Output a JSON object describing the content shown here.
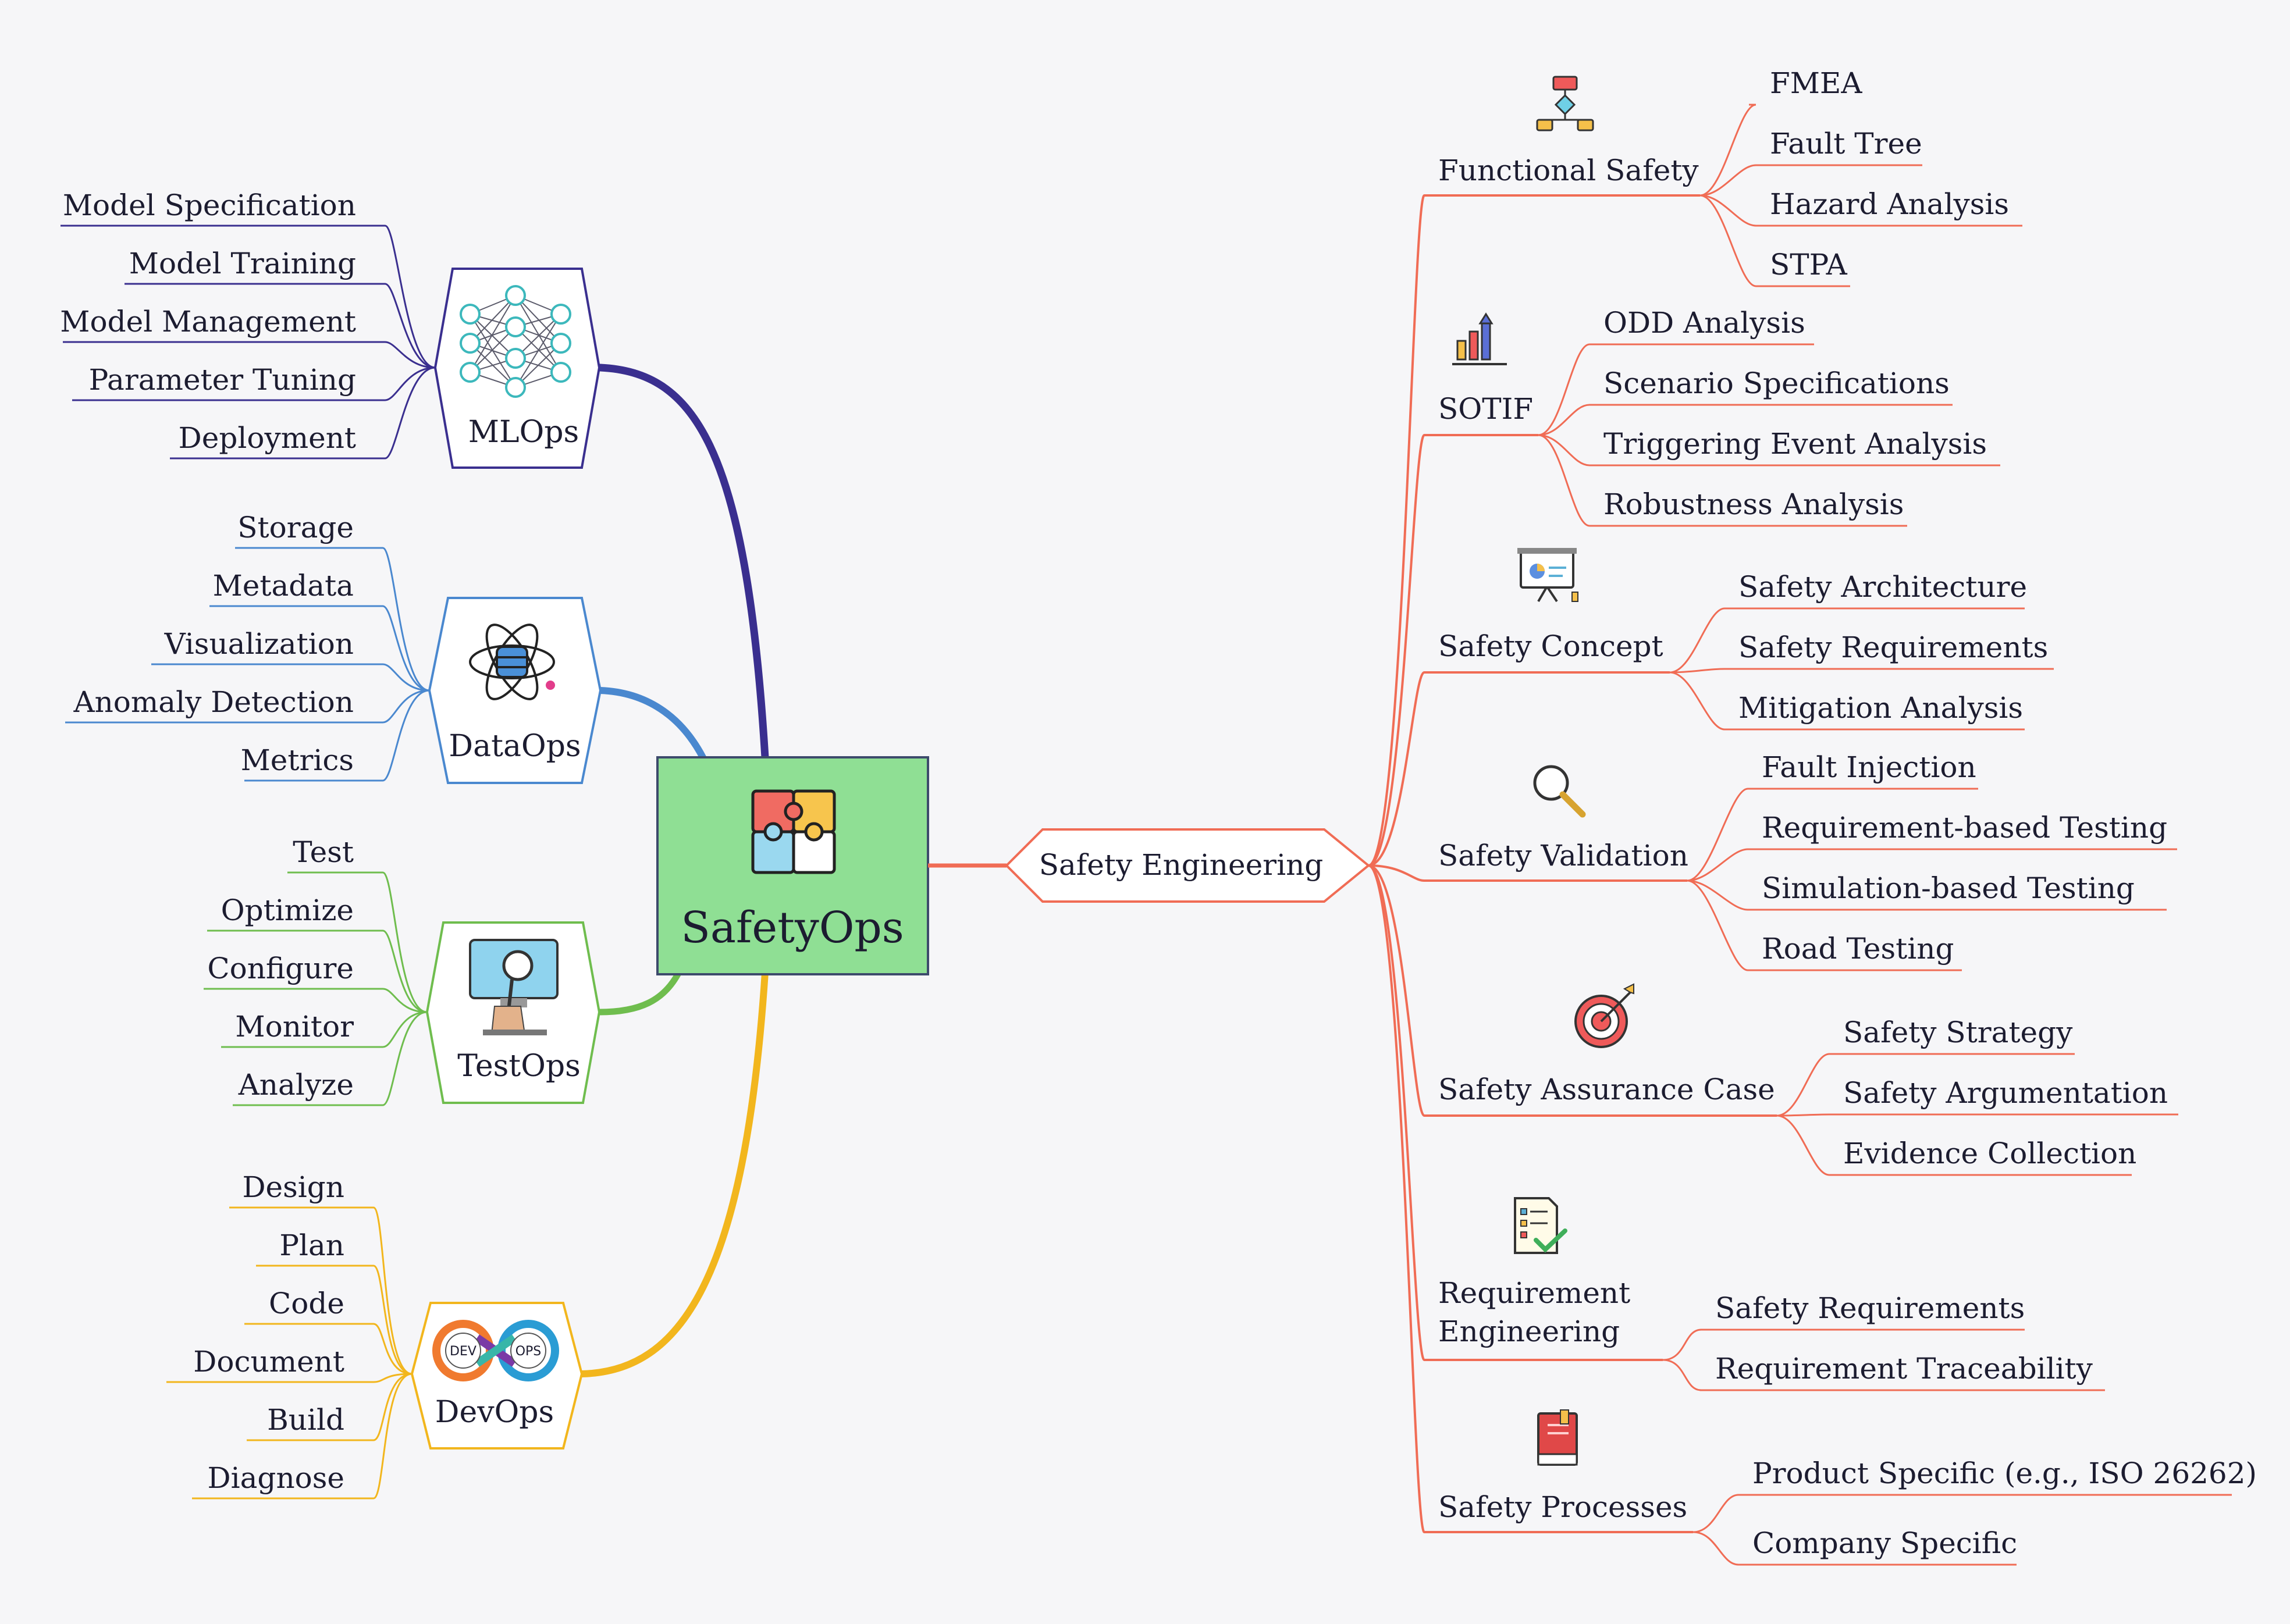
{
  "central_topic": {
    "label": "SafetyOps",
    "icon": "puzzle-icon"
  },
  "colors": {
    "background": "#f6f6f8",
    "center_fill": "#8fdf94",
    "mlops": "#3a2f8f",
    "dataops": "#4a88cf",
    "testops": "#6fbd4e",
    "devops": "#f2b61d",
    "safety": "#f06c55"
  },
  "left_branches": [
    {
      "label": "MLOps",
      "icon": "neural-network-icon",
      "items": [
        "Model Specification",
        "Model Training",
        "Model Management",
        "Parameter Tuning",
        "Deployment"
      ]
    },
    {
      "label": "DataOps",
      "icon": "atom-database-icon",
      "items": [
        "Storage",
        "Metadata",
        "Visualization",
        "Anomaly Detection",
        "Metrics"
      ]
    },
    {
      "label": "TestOps",
      "icon": "monitor-magnifier-icon",
      "items": [
        "Test",
        "Optimize",
        "Configure",
        "Monitor",
        "Analyze"
      ]
    },
    {
      "label": "DevOps",
      "icon": "devops-infinity-icon",
      "items": [
        "Design",
        "Plan",
        "Code",
        "Document",
        "Build",
        "Diagnose"
      ],
      "logo_text": {
        "dev": "DEV",
        "ops": "OPS"
      }
    }
  ],
  "right_branch": {
    "label": "Safety Engineering",
    "topics": [
      {
        "label": "Functional Safety",
        "icon": "flowchart-icon",
        "items": [
          "FMEA",
          "Fault Tree",
          "Hazard Analysis",
          "STPA"
        ]
      },
      {
        "label": "SOTIF",
        "icon": "bar-chart-icon",
        "items": [
          "ODD Analysis",
          "Scenario Specifications",
          "Triggering Event Analysis",
          "Robustness Analysis"
        ]
      },
      {
        "label": "Safety Concept",
        "icon": "presentation-board-icon",
        "items": [
          "Safety Architecture",
          "Safety Requirements",
          "Mitigation Analysis"
        ]
      },
      {
        "label": "Safety Validation",
        "icon": "magnifier-icon",
        "items": [
          "Fault Injection",
          "Requirement-based Testing",
          "Simulation-based Testing",
          "Road Testing"
        ]
      },
      {
        "label": "Safety Assurance Case",
        "icon": "target-icon",
        "items": [
          "Safety Strategy",
          "Safety Argumentation",
          "Evidence Collection"
        ]
      },
      {
        "label": "Requirement Engineering",
        "label_lines": [
          "Requirement",
          "Engineering"
        ],
        "icon": "checklist-icon",
        "items": [
          "Safety Requirements",
          "Requirement Traceability"
        ]
      },
      {
        "label": "Safety Processes",
        "icon": "book-icon",
        "items": [
          "Product Specific (e.g., ISO 26262)",
          "Company Specific"
        ]
      }
    ]
  }
}
